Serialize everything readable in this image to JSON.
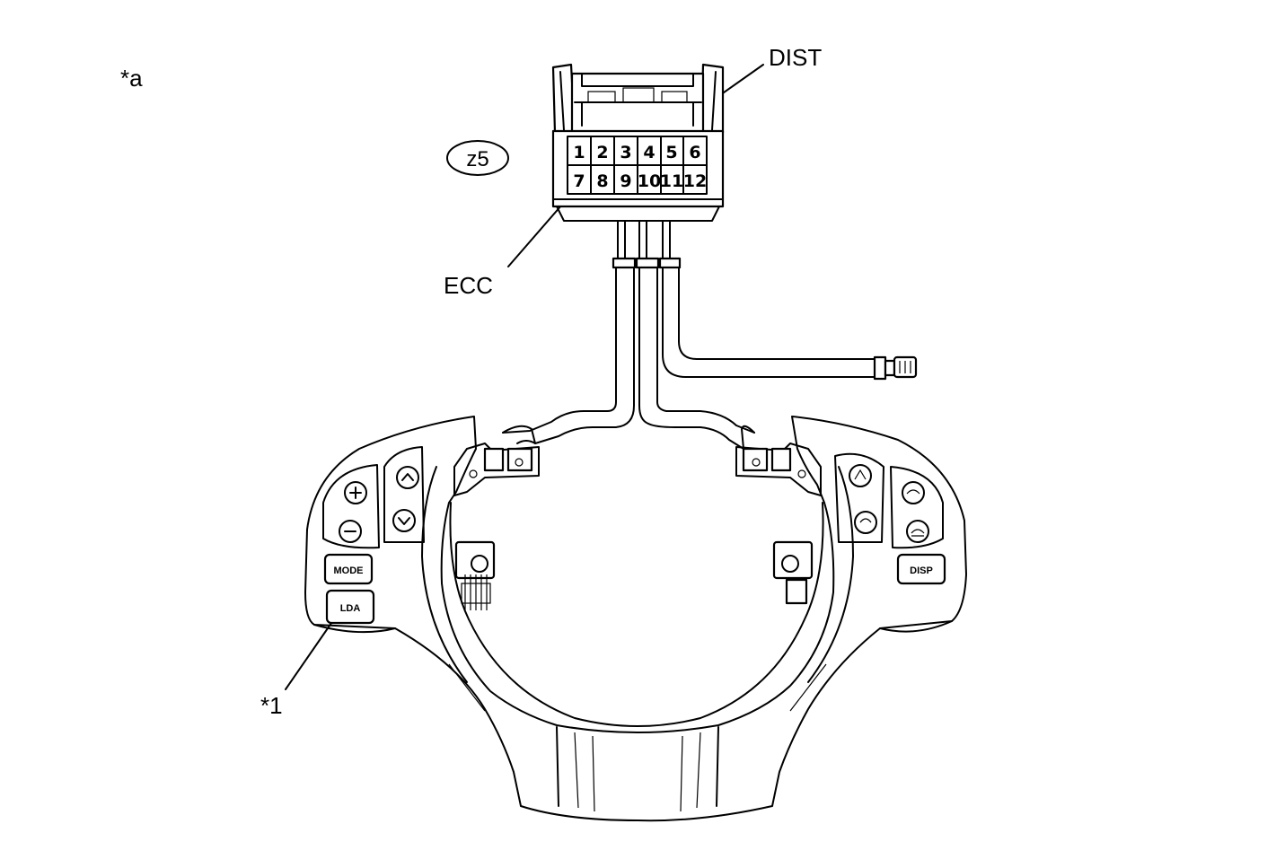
{
  "labels": {
    "view": "*a",
    "connector_code": "z5",
    "dist": "DIST",
    "ecc": "ECC",
    "part": "*1"
  },
  "connector": {
    "pins_top": [
      "1",
      "2",
      "3",
      "4",
      "5",
      "6"
    ],
    "pins_bottom": [
      "7",
      "8",
      "9",
      "10",
      "11",
      "12"
    ]
  },
  "buttons": {
    "mode": "MODE",
    "lda": "LDA",
    "disp": "DISP"
  },
  "colors": {
    "line": "#000000",
    "background": "#ffffff"
  }
}
